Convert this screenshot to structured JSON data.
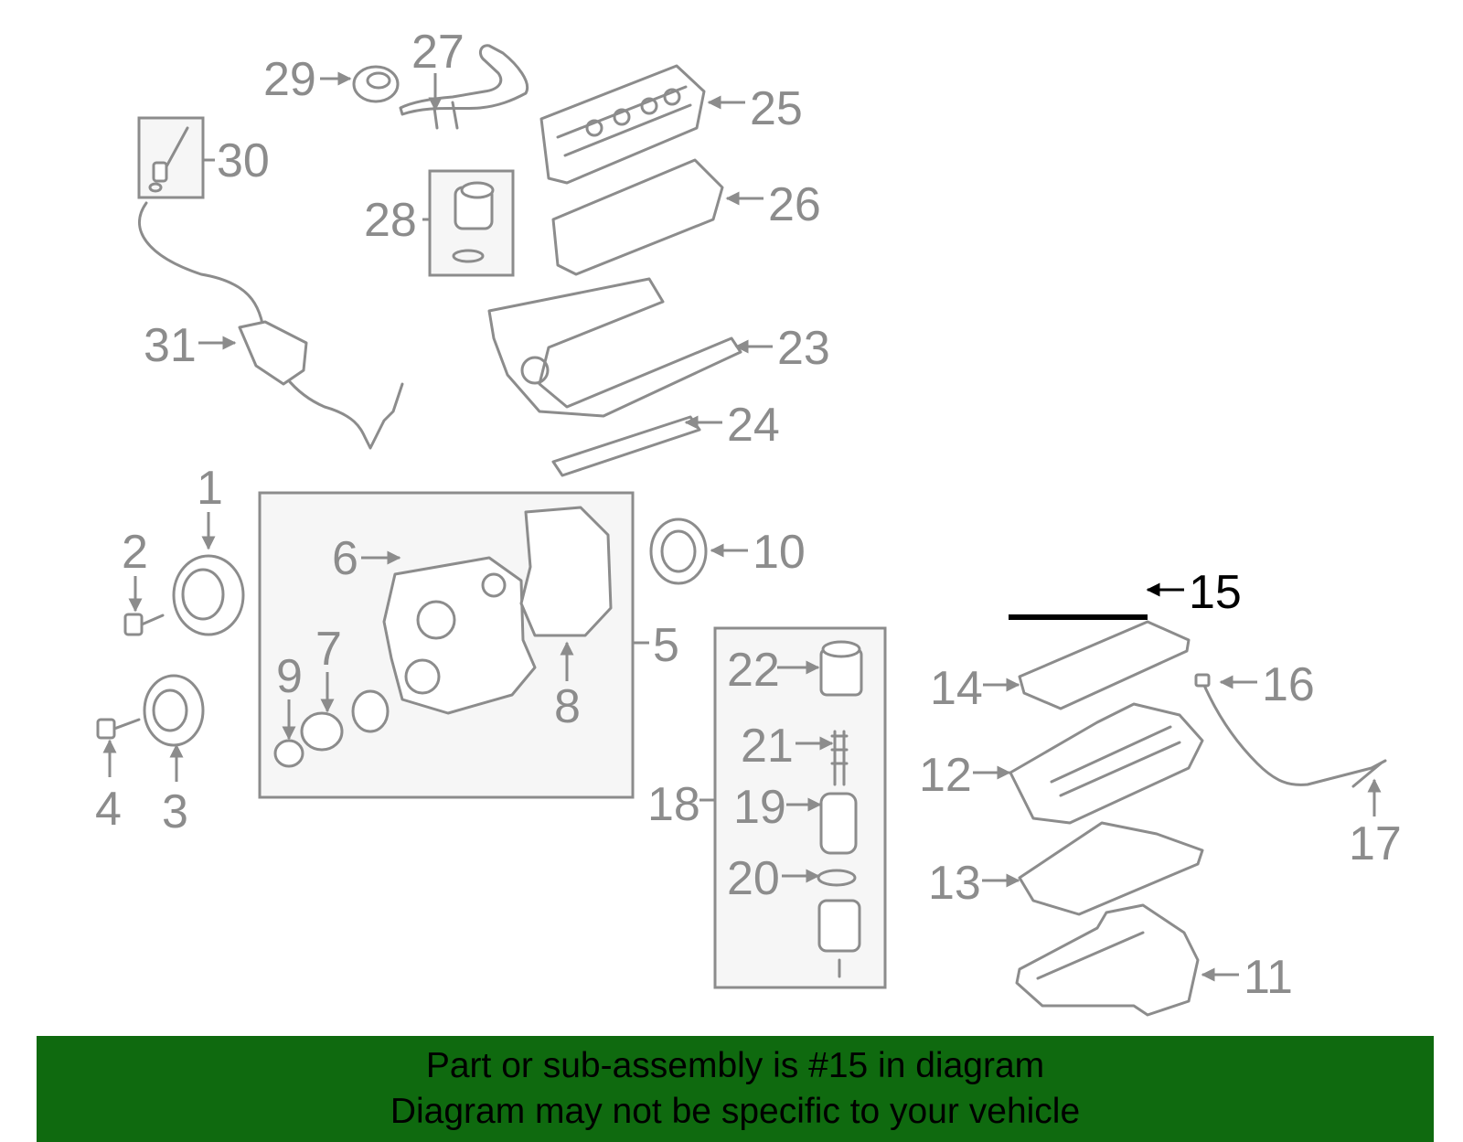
{
  "diagram": {
    "highlight_color": "#000000",
    "callout_color": "#8c8c8c",
    "callouts": {
      "c1": "1",
      "c2": "2",
      "c3": "3",
      "c4": "4",
      "c5": "5",
      "c6": "6",
      "c7": "7",
      "c8": "8",
      "c9": "9",
      "c10": "10",
      "c11": "11",
      "c12": "12",
      "c13": "13",
      "c14": "14",
      "c15": "15",
      "c16": "16",
      "c17": "17",
      "c18": "18",
      "c19": "19",
      "c20": "20",
      "c21": "21",
      "c22": "22",
      "c23": "23",
      "c24": "24",
      "c25": "25",
      "c26": "26",
      "c27": "27",
      "c28": "28",
      "c29": "29",
      "c30": "30",
      "c31": "31"
    }
  },
  "banner": {
    "line1": "Part or sub-assembly is #15 in diagram",
    "line2": "Diagram may not be specific to your vehicle",
    "background": "#0f6a0f"
  }
}
